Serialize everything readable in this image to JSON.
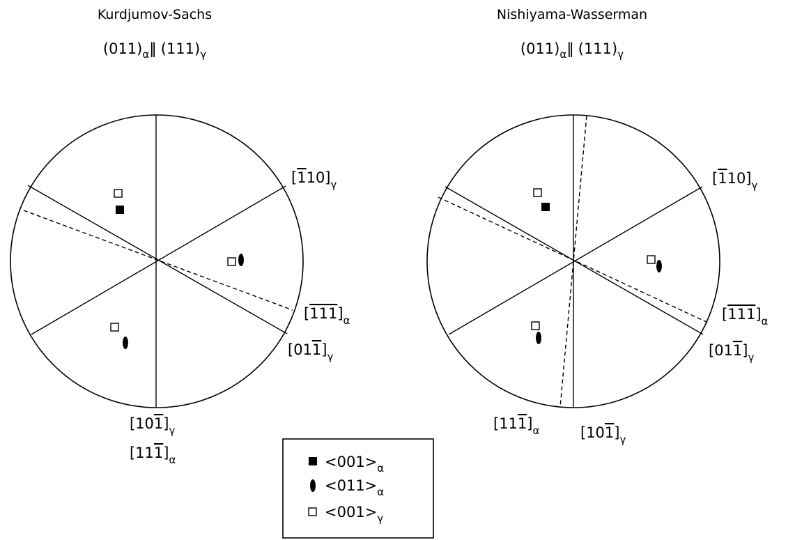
{
  "colors": {
    "ink": "#000000",
    "background": "#ffffff"
  },
  "panels": [
    {
      "title": "Kurdjumov-Sachs",
      "plane": {
        "a": "(011)",
        "a_sub": "α",
        "sep": "‖",
        "b": "(111)",
        "b_sub": "γ"
      },
      "direction_labels": [
        {
          "pre": "[",
          "bar": "1",
          "post": "10]",
          "sub": "γ"
        },
        {
          "pre": "[",
          "bar": "1",
          "mid": "",
          "bar2": "1",
          "mid2": "",
          "bar3": "1",
          "post": "]",
          "sub": "α"
        },
        {
          "pre": "[01",
          "bar": "1",
          "post": "]",
          "sub": "γ"
        },
        {
          "pre": "[10",
          "bar": "1",
          "post": "]",
          "sub": "γ"
        },
        {
          "pre": "[11",
          "bar": "1",
          "post": "]",
          "sub": "α"
        }
      ]
    },
    {
      "title": "Nishiyama-Wasserman",
      "plane": {
        "a": "(011)",
        "a_sub": "α",
        "sep": "‖",
        "b": "(111)",
        "b_sub": "γ"
      },
      "direction_labels": [
        {
          "pre": "[",
          "bar": "1",
          "post": "10]",
          "sub": "γ"
        },
        {
          "pre": "[",
          "bar": "1",
          "mid": "",
          "bar2": "1",
          "mid2": "",
          "bar3": "1",
          "post": "]",
          "sub": "α"
        },
        {
          "pre": "[01",
          "bar": "1",
          "post": "]",
          "sub": "γ"
        },
        {
          "pre": "[11",
          "bar": "1",
          "post": "]",
          "sub": "α"
        },
        {
          "pre": "[10",
          "bar": "1",
          "post": "]",
          "sub": "γ"
        }
      ]
    }
  ],
  "legend": [
    {
      "marker": "filled-square",
      "text": "<001>",
      "sub": "α"
    },
    {
      "marker": "filled-ellipse",
      "text": "<011>",
      "sub": "α"
    },
    {
      "marker": "open-square",
      "text": "<001>",
      "sub": "γ"
    }
  ]
}
